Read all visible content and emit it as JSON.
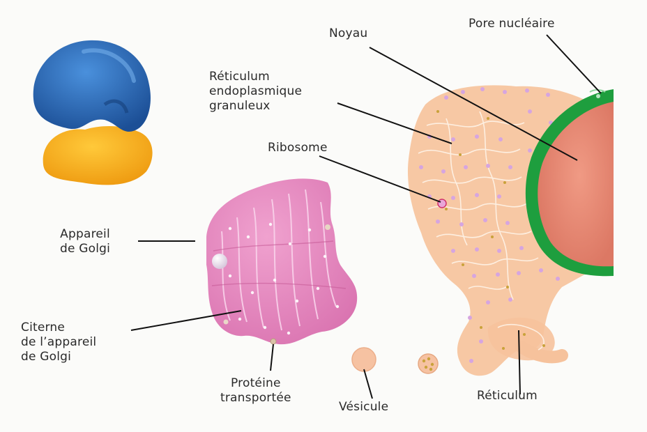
{
  "labels": {
    "noyau": "Noyau",
    "pore": "Pore nucléaire",
    "rer": [
      "Réticulum",
      "endoplasmique",
      "granuleux"
    ],
    "ribosome": "Ribosome",
    "golgi": [
      "Appareil",
      "de Golgi"
    ],
    "citerne": [
      "Citerne",
      "de l’appareil",
      "de Golgi"
    ],
    "proteine": [
      "Protéine",
      "transportée"
    ],
    "vesicule": "Vésicule",
    "reticulum": "Réticulum"
  },
  "colors": {
    "reticulum_fill": "#f7c8a4",
    "nucleus": "#e88a76",
    "envelope": "#1e9e3e",
    "golgi": "#e48ac0",
    "ribosome_large": "#2a6fbf",
    "ribosome_small": "#f6b21e",
    "leader_line": "#111111"
  }
}
